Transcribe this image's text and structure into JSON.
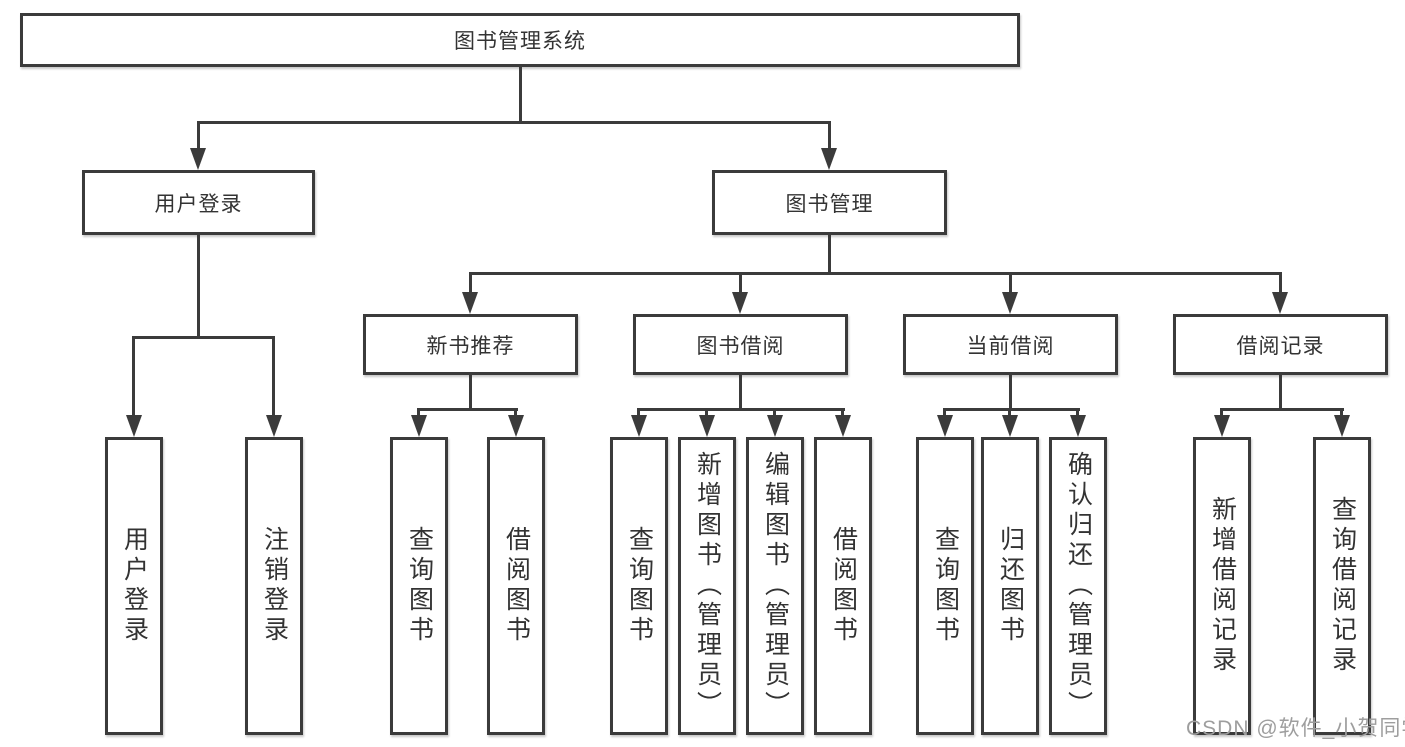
{
  "root": {
    "label": "图书管理系统"
  },
  "branches": {
    "user_login": {
      "label": "用户登录",
      "children": [
        "用户登录",
        "注销登录"
      ]
    },
    "book_mgmt": {
      "label": "图书管理"
    },
    "new_book_rec": {
      "label": "新书推荐",
      "children": [
        "查询图书",
        "借阅图书"
      ]
    },
    "book_borrow": {
      "label": "图书借阅",
      "children": [
        "查询图书",
        "新增图书（管理员）",
        "编辑图书（管理员）",
        "借阅图书"
      ]
    },
    "current_borrow": {
      "label": "当前借阅",
      "children": [
        "查询图书",
        "归还图书",
        "确认归还（管理员）"
      ]
    },
    "borrow_records": {
      "label": "借阅记录",
      "children": [
        "新增借阅记录",
        "查询借阅记录"
      ]
    }
  },
  "watermark": "CSDN @软件_小贺同学",
  "colors": {
    "line": "#3b3b3b",
    "text": "#333333",
    "watermark": "#9e9e9e",
    "background": "#ffffff"
  }
}
